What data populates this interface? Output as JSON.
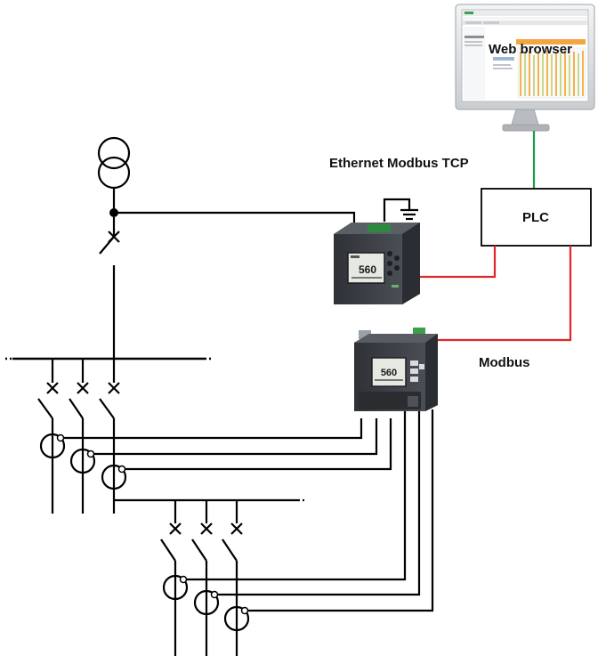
{
  "labels": {
    "web_browser": "Web browser",
    "ethernet": "Ethernet Modbus TCP",
    "plc": "PLC",
    "modbus": "Modbus"
  },
  "meters": {
    "panel_meter_reading": "560",
    "din_meter_reading": "560"
  },
  "colors": {
    "ethernet_link": "#1a9e47",
    "modbus_link": "#e0262b",
    "single_line": "#000000",
    "device_body": "#3a3d42"
  }
}
